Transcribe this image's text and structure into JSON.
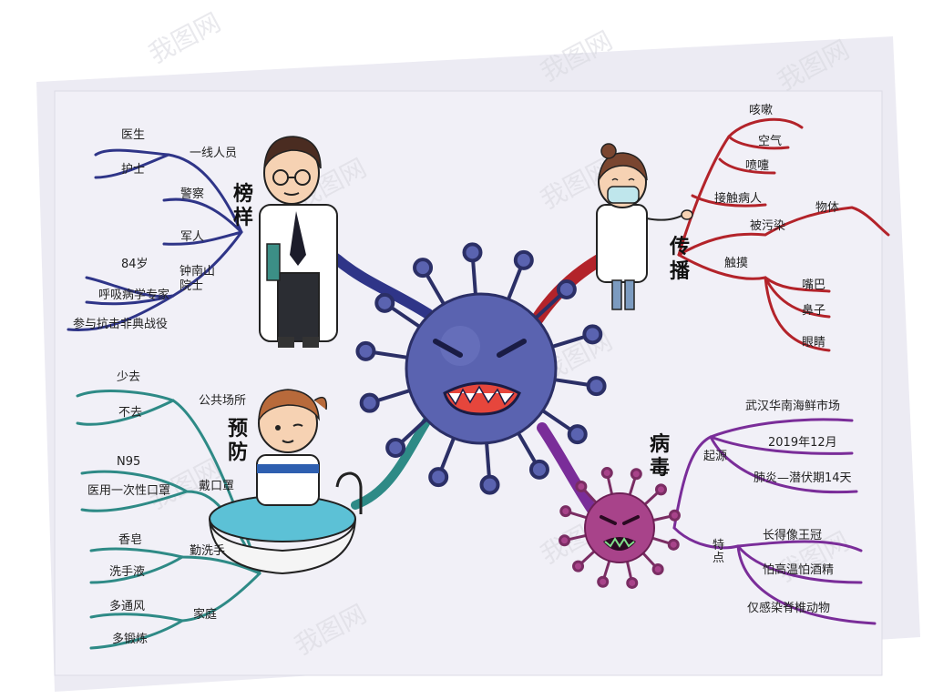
{
  "watermark": "我图网",
  "colors": {
    "virus_fill": "#5a63b0",
    "virus_stroke": "#2b2f66",
    "navy": "#2f3588",
    "red": "#b3232a",
    "teal": "#2e8a86",
    "purple": "#7a2d99",
    "pink_virus": "#a8438a"
  },
  "branches": {
    "bangyang": {
      "header": [
        "榜",
        "样"
      ],
      "labels": [
        "医生",
        "护士",
        "一线人员",
        "警察",
        "军人",
        "84岁",
        "呼吸病学专家",
        "钟南山",
        "院士",
        "参与抗击非典战役"
      ]
    },
    "chuanbo": {
      "header": [
        "传",
        "播"
      ],
      "labels": [
        "咳嗽",
        "空气",
        "喷嚏",
        "接触病人",
        "被污染",
        "物体",
        "触摸",
        "嘴巴",
        "鼻子",
        "眼睛"
      ]
    },
    "yufang": {
      "header": [
        "预",
        "防"
      ],
      "labels": [
        "少去",
        "公共场所",
        "不去",
        "N95",
        "戴口罩",
        "医用一次性口罩",
        "香皂",
        "勤洗手",
        "洗手液",
        "多通风",
        "家庭",
        "多锻炼"
      ]
    },
    "bingdu": {
      "header": [
        "病",
        "毒"
      ],
      "labels": [
        "武汉华南海鲜市场",
        "起源",
        "2019年12月",
        "肺炎—潜伏期14天",
        "长得像王冠",
        "特",
        "点",
        "怕高温怕酒精",
        "仅感染脊椎动物"
      ]
    }
  }
}
